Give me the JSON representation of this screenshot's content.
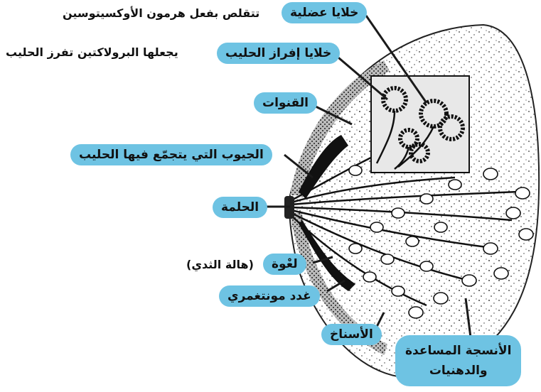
{
  "labels": {
    "muscle_cells": "خلايا عضلية",
    "muscle_cells_note": "تتقلص بفعل هرمون الأوكسيتوسين",
    "milk_secreting_cells": "خلايا إفراز الحليب",
    "milk_secreting_note": "يجعلها البرولاكتين تفرز الحليب",
    "ducts": "القنوات",
    "sinuses": "الجيوب التي يتجمّع فيها الحليب",
    "nipple": "الحلمة",
    "areola": "لعْوة",
    "areola_note": "(هالة الثدي)",
    "montgomery": "غدد مونتغمري",
    "lobules": "الأسناخ",
    "support_tissue_line1": "الأنسجة المساعدة",
    "support_tissue_line2": "والدهنيات"
  },
  "colors": {
    "label_bg": "#6ec3e3",
    "ink": "#1a1a1a"
  }
}
